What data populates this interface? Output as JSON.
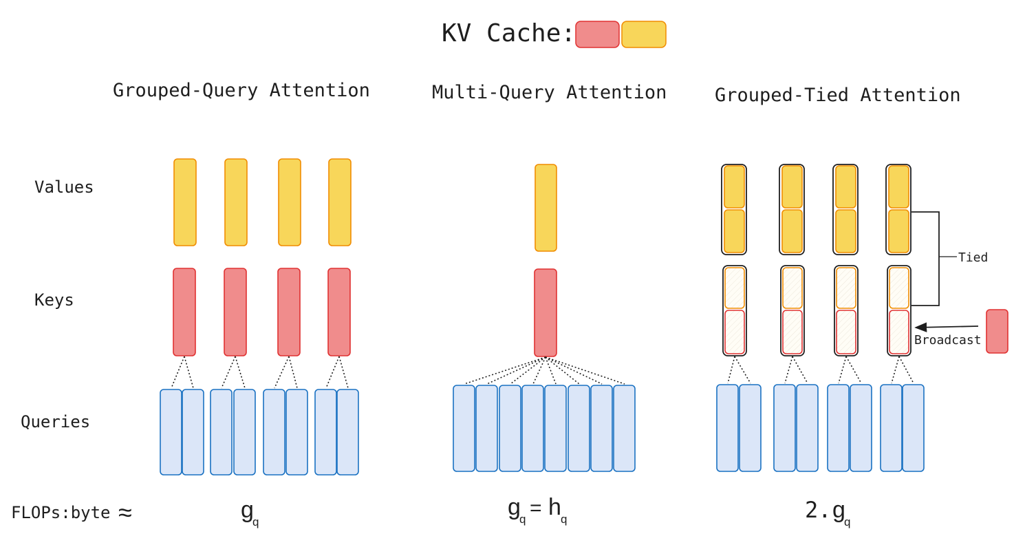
{
  "legend": {
    "label": "KV Cache:"
  },
  "panels": [
    {
      "title": "Grouped-Query Attention",
      "formula": {
        "base": "g",
        "sub": "q"
      }
    },
    {
      "title": "Multi-Query Attention",
      "formula": {
        "lhs_base": "g",
        "lhs_sub": "q",
        "eq": "=",
        "rhs_base": "h",
        "rhs_sub": "q"
      }
    },
    {
      "title": "Grouped-Tied Attention",
      "formula": {
        "prefix": "2.",
        "base": "g",
        "sub": "q"
      }
    }
  ],
  "row_labels": {
    "values": "Values",
    "keys": "Keys",
    "queries": "Queries"
  },
  "flops_label": "FLOPs:byte",
  "approx_symbol": "≈",
  "annotations": {
    "tied": "Tied",
    "broadcast": "Broadcast"
  },
  "colors": {
    "key_fill": "#f08c8c",
    "key_stroke": "#e03131",
    "value_fill": "#f8d65a",
    "value_stroke": "#f08c00",
    "query_fill": "#dbe6f8",
    "query_stroke": "#1971c2",
    "outline": "#1e1e1e"
  }
}
